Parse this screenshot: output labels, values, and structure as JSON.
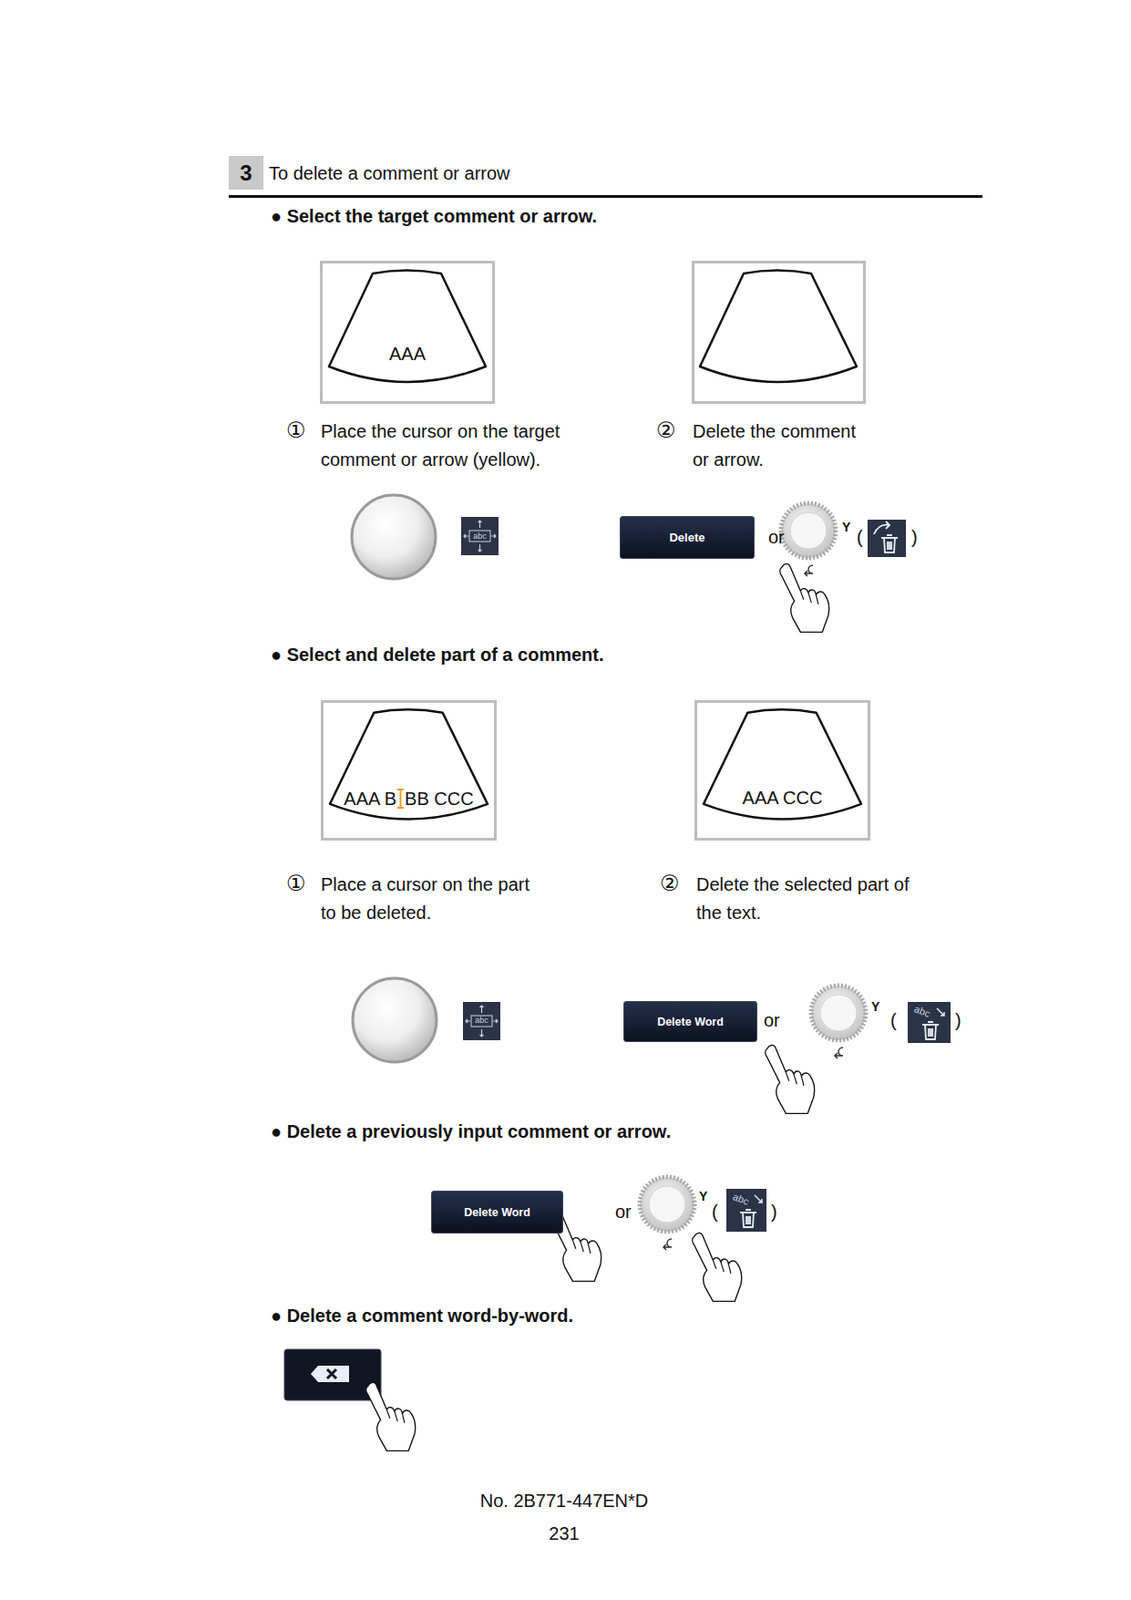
{
  "diagram": {
    "nodes": [
      {
        "text": [
          "3"
        ]
      },
      {
        "text": [
          "AAA"
        ]
      },
      {
        "text": [
          "Delete"
        ]
      },
      {
        "text": [
          "AAA B",
          "BB CCC"
        ]
      },
      {
        "text": [
          "AAA CCC"
        ]
      },
      {
        "text": [
          "Delete Word"
        ]
      },
      {
        "text": [
          "Delete Word"
        ]
      }
    ],
    "labels": [
      "To delete a comment or arrow",
      "● Select the target comment or arrow.",
      "①",
      "Place the cursor on the target comment or arrow (yellow).",
      "②",
      "Delete the comment or arrow.",
      "abc",
      "or",
      "Y",
      "(",
      ")",
      "● Select and delete part of a comment.",
      "①",
      "Place a cursor on the part to be deleted.",
      "②",
      "Delete the selected part of the text.",
      "abc",
      "or",
      "Y",
      "(",
      "abc",
      ")",
      "● Delete a previously input comment or arrow.",
      "or",
      "Y",
      "(",
      "abc",
      ")",
      "● Delete a comment word-by-word.",
      "No. 2B771-447EN*D",
      "231"
    ]
  }
}
